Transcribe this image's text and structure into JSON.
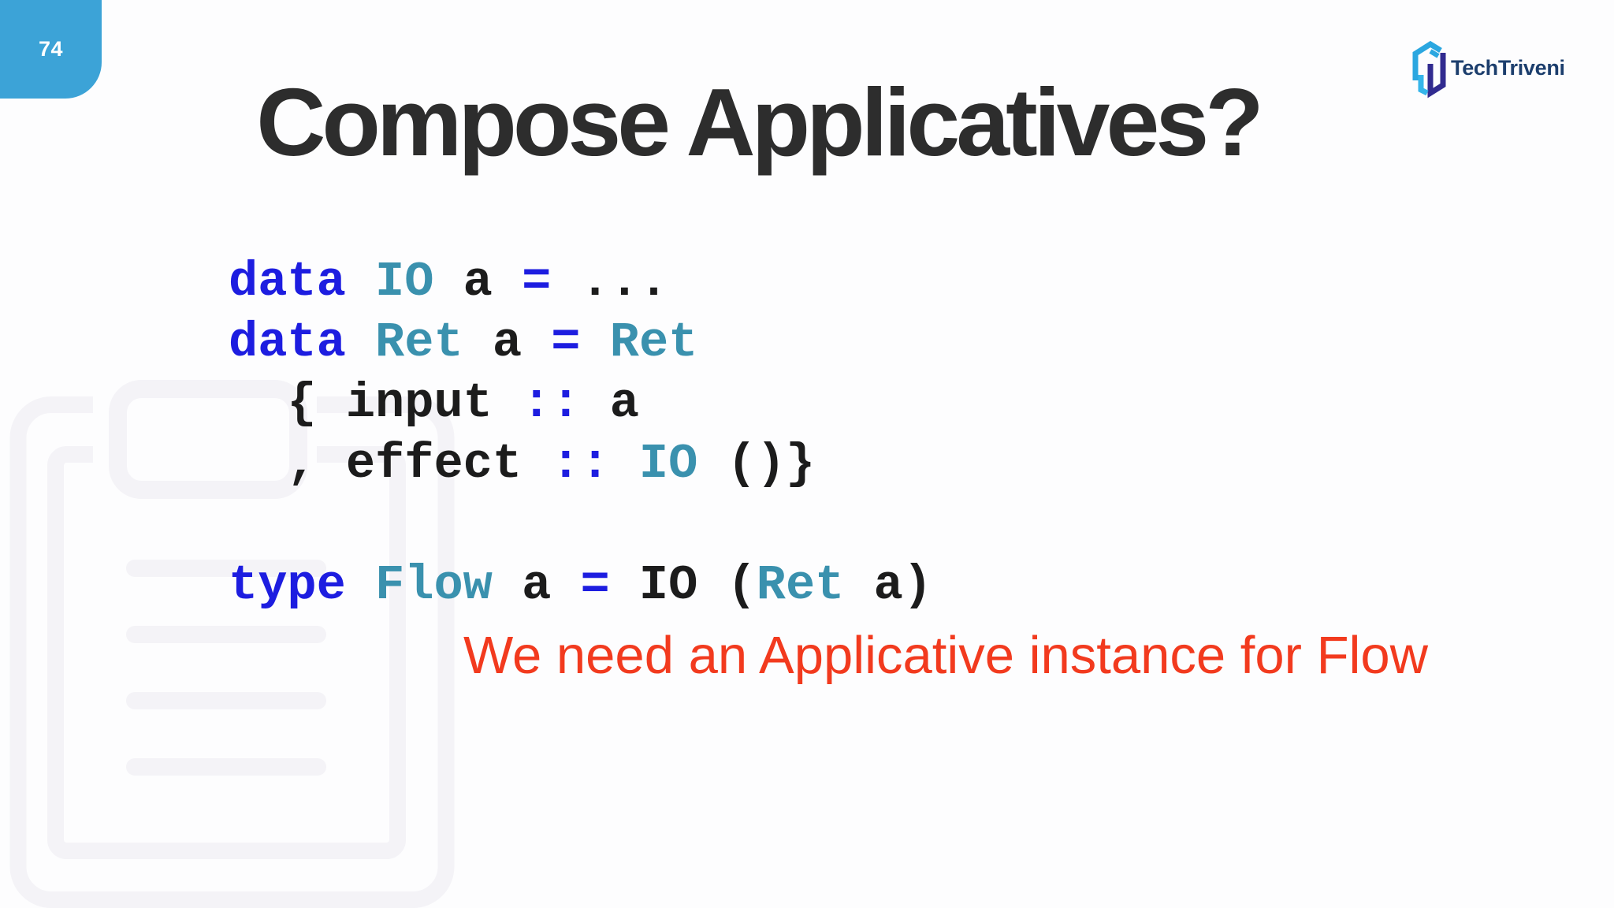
{
  "slide": {
    "page_number": "74",
    "title": "Compose Applicatives?",
    "note": "We need an Applicative instance for Flow"
  },
  "logo": {
    "brand": "TechTriveni",
    "icon": "cube-logo-icon"
  },
  "code": {
    "lines": [
      [
        {
          "t": "data",
          "c": "kw"
        },
        {
          "t": " ",
          "c": "pl"
        },
        {
          "t": "IO",
          "c": "ty"
        },
        {
          "t": " a ",
          "c": "pl"
        },
        {
          "t": "=",
          "c": "kw"
        },
        {
          "t": " ...",
          "c": "pl"
        }
      ],
      [
        {
          "t": "data",
          "c": "kw"
        },
        {
          "t": " ",
          "c": "pl"
        },
        {
          "t": "Ret",
          "c": "ty"
        },
        {
          "t": " a ",
          "c": "pl"
        },
        {
          "t": "=",
          "c": "kw"
        },
        {
          "t": " ",
          "c": "pl"
        },
        {
          "t": "Ret",
          "c": "ty"
        }
      ],
      [
        {
          "t": "  { input ",
          "c": "pl"
        },
        {
          "t": "::",
          "c": "kw"
        },
        {
          "t": " a",
          "c": "pl"
        }
      ],
      [
        {
          "t": "  , effect ",
          "c": "pl"
        },
        {
          "t": "::",
          "c": "kw"
        },
        {
          "t": " ",
          "c": "pl"
        },
        {
          "t": "IO",
          "c": "ty"
        },
        {
          "t": " ()}",
          "c": "pl"
        }
      ],
      [],
      [
        {
          "t": "type",
          "c": "kw"
        },
        {
          "t": " ",
          "c": "pl"
        },
        {
          "t": "Flow",
          "c": "ty"
        },
        {
          "t": " a ",
          "c": "pl"
        },
        {
          "t": "=",
          "c": "kw"
        },
        {
          "t": " IO (",
          "c": "pl"
        },
        {
          "t": "Ret",
          "c": "ty"
        },
        {
          "t": " a)",
          "c": "pl"
        }
      ]
    ]
  },
  "icons": {
    "watermark": "clipboard-icon",
    "logo_mark": "cube-icon"
  },
  "colors": {
    "keyword": "#1d1de0",
    "type-name": "#3a91ae",
    "code-text": "#1c1c1c",
    "title-text": "#2d2d2d",
    "note-red": "#f23a1e",
    "badge-blue": "#3ca3d7",
    "logo-navy": "#1c3e6d",
    "logo-blue": "#2ba7e0",
    "logo-indigo": "#312b90",
    "logo-cyan": "#35b5ea",
    "watermark-gray": "#f4f3f7",
    "page-bg": "#fdfdfe"
  }
}
